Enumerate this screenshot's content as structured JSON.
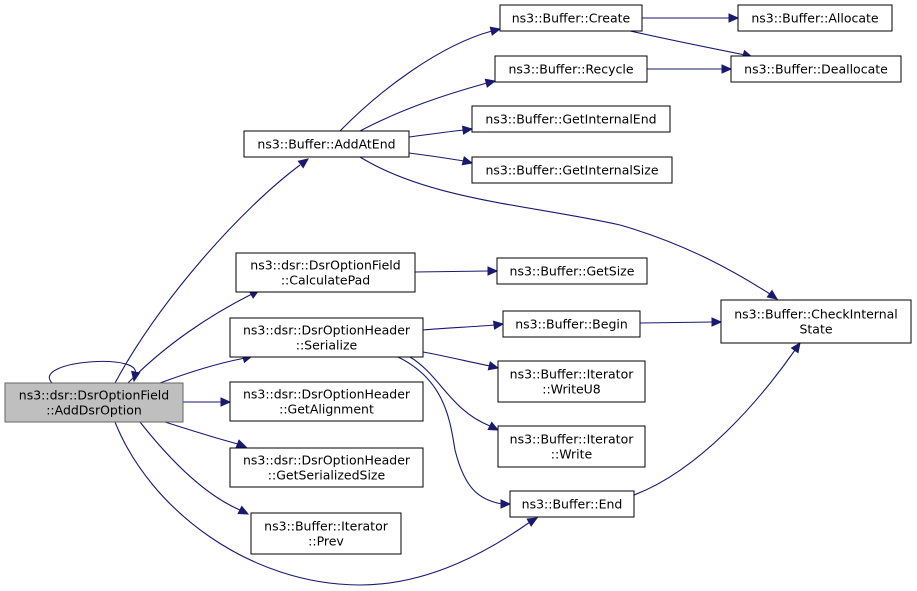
{
  "graph": {
    "root": "add_dsr_option",
    "colors": {
      "edge": "#191970",
      "root_fill": "#bfbfbf",
      "node_fill": "#ffffff",
      "border": "#000000"
    },
    "nodes": [
      {
        "id": "add_dsr_option",
        "lines": [
          "ns3::dsr::DsrOptionField",
          "::AddDsrOption"
        ]
      },
      {
        "id": "buffer_add_at_end",
        "lines": [
          "ns3::Buffer::AddAtEnd"
        ]
      },
      {
        "id": "calculate_pad",
        "lines": [
          "ns3::dsr::DsrOptionField",
          "::CalculatePad"
        ]
      },
      {
        "id": "header_serialize",
        "lines": [
          "ns3::dsr::DsrOptionHeader",
          "::Serialize"
        ]
      },
      {
        "id": "header_get_alignment",
        "lines": [
          "ns3::dsr::DsrOptionHeader",
          "::GetAlignment"
        ]
      },
      {
        "id": "header_get_serialized_size",
        "lines": [
          "ns3::dsr::DsrOptionHeader",
          "::GetSerializedSize"
        ]
      },
      {
        "id": "iterator_prev",
        "lines": [
          "ns3::Buffer::Iterator",
          "::Prev"
        ]
      },
      {
        "id": "buffer_create",
        "lines": [
          "ns3::Buffer::Create"
        ]
      },
      {
        "id": "buffer_recycle",
        "lines": [
          "ns3::Buffer::Recycle"
        ]
      },
      {
        "id": "buffer_get_internal_end",
        "lines": [
          "ns3::Buffer::GetInternalEnd"
        ]
      },
      {
        "id": "buffer_get_internal_size",
        "lines": [
          "ns3::Buffer::GetInternalSize"
        ]
      },
      {
        "id": "buffer_get_size",
        "lines": [
          "ns3::Buffer::GetSize"
        ]
      },
      {
        "id": "buffer_begin",
        "lines": [
          "ns3::Buffer::Begin"
        ]
      },
      {
        "id": "iterator_write_u8",
        "lines": [
          "ns3::Buffer::Iterator",
          "::WriteU8"
        ]
      },
      {
        "id": "iterator_write",
        "lines": [
          "ns3::Buffer::Iterator",
          "::Write"
        ]
      },
      {
        "id": "buffer_end",
        "lines": [
          "ns3::Buffer::End"
        ]
      },
      {
        "id": "buffer_allocate",
        "lines": [
          "ns3::Buffer::Allocate"
        ]
      },
      {
        "id": "buffer_deallocate",
        "lines": [
          "ns3::Buffer::Deallocate"
        ]
      },
      {
        "id": "buffer_check_internal_state",
        "lines": [
          "ns3::Buffer::CheckInternal",
          "State"
        ]
      }
    ],
    "edges": [
      {
        "from": "add_dsr_option",
        "to": "add_dsr_option"
      },
      {
        "from": "add_dsr_option",
        "to": "buffer_add_at_end"
      },
      {
        "from": "add_dsr_option",
        "to": "calculate_pad"
      },
      {
        "from": "add_dsr_option",
        "to": "header_serialize"
      },
      {
        "from": "add_dsr_option",
        "to": "header_get_alignment"
      },
      {
        "from": "add_dsr_option",
        "to": "header_get_serialized_size"
      },
      {
        "from": "add_dsr_option",
        "to": "iterator_prev"
      },
      {
        "from": "add_dsr_option",
        "to": "buffer_end"
      },
      {
        "from": "buffer_add_at_end",
        "to": "buffer_create"
      },
      {
        "from": "buffer_add_at_end",
        "to": "buffer_recycle"
      },
      {
        "from": "buffer_add_at_end",
        "to": "buffer_get_internal_end"
      },
      {
        "from": "buffer_add_at_end",
        "to": "buffer_get_internal_size"
      },
      {
        "from": "buffer_add_at_end",
        "to": "buffer_check_internal_state"
      },
      {
        "from": "buffer_create",
        "to": "buffer_allocate"
      },
      {
        "from": "buffer_create",
        "to": "buffer_deallocate"
      },
      {
        "from": "buffer_recycle",
        "to": "buffer_deallocate"
      },
      {
        "from": "calculate_pad",
        "to": "buffer_get_size"
      },
      {
        "from": "header_serialize",
        "to": "buffer_begin"
      },
      {
        "from": "header_serialize",
        "to": "iterator_write_u8"
      },
      {
        "from": "header_serialize",
        "to": "iterator_write"
      },
      {
        "from": "header_serialize",
        "to": "buffer_end"
      },
      {
        "from": "buffer_begin",
        "to": "buffer_check_internal_state"
      },
      {
        "from": "buffer_end",
        "to": "buffer_check_internal_state"
      }
    ]
  }
}
